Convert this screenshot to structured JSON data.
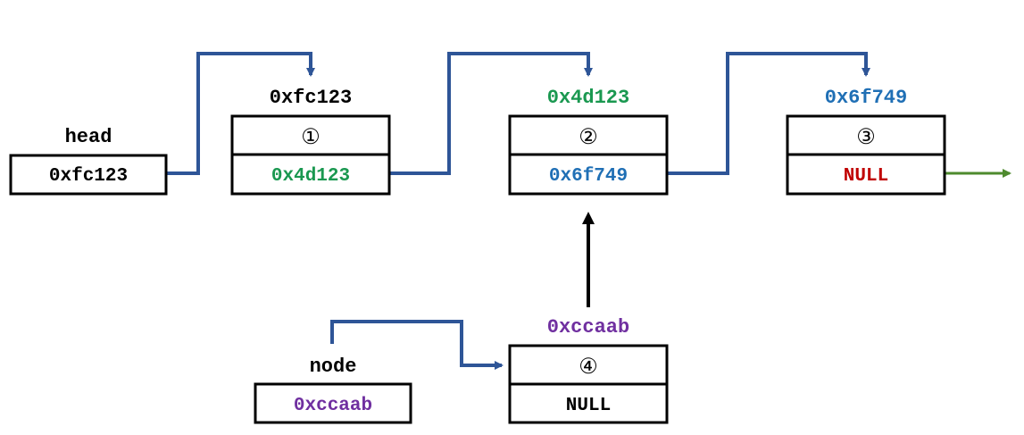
{
  "colors": {
    "black": "#000000",
    "green": "#1a9850",
    "blue": "#1f6fb5",
    "purple": "#7030a0",
    "red": "#c00000",
    "connector": "#2e5597",
    "null_arrow": "#4e8a2e"
  },
  "head": {
    "label": "head",
    "value": "0xfc123"
  },
  "node_pointer": {
    "label": "node",
    "value": "0xccaab"
  },
  "nodes": [
    {
      "address": "0xfc123",
      "number": "①",
      "next": "0x4d123"
    },
    {
      "address": "0x4d123",
      "number": "②",
      "next": "0x6f749"
    },
    {
      "address": "0x6f749",
      "number": "③",
      "next": "NULL"
    },
    {
      "address": "0xccaab",
      "number": "④",
      "next": "NULL"
    }
  ]
}
